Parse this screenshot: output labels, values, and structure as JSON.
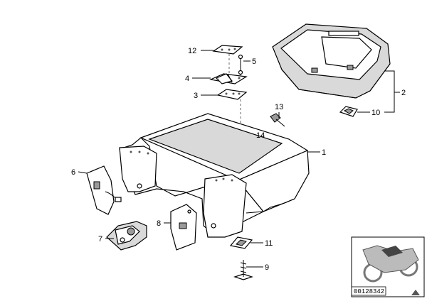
{
  "parts": [
    {
      "id": "1",
      "label": "1"
    },
    {
      "id": "2",
      "label": "2"
    },
    {
      "id": "3",
      "label": "3"
    },
    {
      "id": "4",
      "label": "4"
    },
    {
      "id": "5",
      "label": "5"
    },
    {
      "id": "6",
      "label": "6"
    },
    {
      "id": "7",
      "label": "7"
    },
    {
      "id": "8",
      "label": "8"
    },
    {
      "id": "9",
      "label": "9"
    },
    {
      "id": "10",
      "label": "10"
    },
    {
      "id": "11",
      "label": "11"
    },
    {
      "id": "12",
      "label": "12"
    },
    {
      "id": "13",
      "label": "13"
    },
    {
      "id": "14",
      "label": "14"
    }
  ],
  "inset": {
    "ref_code": "00128342"
  },
  "icons": [
    "motorcycle-icon",
    "bolt-icon",
    "screw-icon",
    "hinge-icon",
    "lock-icon"
  ]
}
